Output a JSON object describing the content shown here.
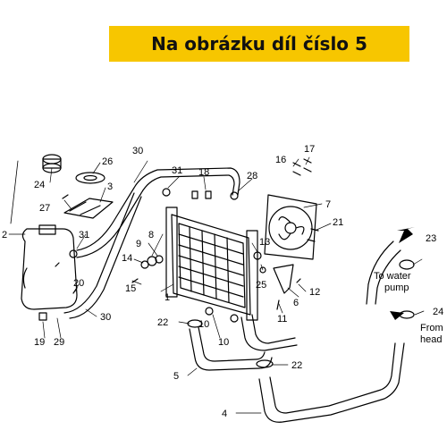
{
  "banner": {
    "text": "Na obrázku díl číslo 5",
    "color": "#f7c600"
  },
  "callouts": [
    {
      "id": "c1",
      "text": "1"
    },
    {
      "id": "c2",
      "text": "2"
    },
    {
      "id": "c3",
      "text": "3"
    },
    {
      "id": "c4",
      "text": "4"
    },
    {
      "id": "c5",
      "text": "5"
    },
    {
      "id": "c6",
      "text": "6"
    },
    {
      "id": "c7",
      "text": "7"
    },
    {
      "id": "c8",
      "text": "8"
    },
    {
      "id": "c9",
      "text": "9"
    },
    {
      "id": "c10a",
      "text": "10"
    },
    {
      "id": "c10b",
      "text": "10"
    },
    {
      "id": "c11",
      "text": "11"
    },
    {
      "id": "c12",
      "text": "12"
    },
    {
      "id": "c13",
      "text": "13"
    },
    {
      "id": "c14",
      "text": "14"
    },
    {
      "id": "c15",
      "text": "15"
    },
    {
      "id": "c16",
      "text": "16"
    },
    {
      "id": "c17",
      "text": "17"
    },
    {
      "id": "c18",
      "text": "18"
    },
    {
      "id": "c19",
      "text": "19"
    },
    {
      "id": "c20",
      "text": "20"
    },
    {
      "id": "c21",
      "text": "21"
    },
    {
      "id": "c22a",
      "text": "22"
    },
    {
      "id": "c22b",
      "text": "22"
    },
    {
      "id": "c23",
      "text": "23"
    },
    {
      "id": "c24a",
      "text": "24"
    },
    {
      "id": "c24b",
      "text": "24"
    },
    {
      "id": "c25",
      "text": "25"
    },
    {
      "id": "c26",
      "text": "26"
    },
    {
      "id": "c27",
      "text": "27"
    },
    {
      "id": "c28",
      "text": "28"
    },
    {
      "id": "c29",
      "text": "29"
    },
    {
      "id": "c30a",
      "text": "30"
    },
    {
      "id": "c30b",
      "text": "30"
    },
    {
      "id": "c31a",
      "text": "31"
    },
    {
      "id": "c31b",
      "text": "31"
    }
  ],
  "notes": {
    "to_water_pump_1": "To water",
    "to_water_pump_2": "pump",
    "from_head_1": "From",
    "from_head_2": "head"
  }
}
